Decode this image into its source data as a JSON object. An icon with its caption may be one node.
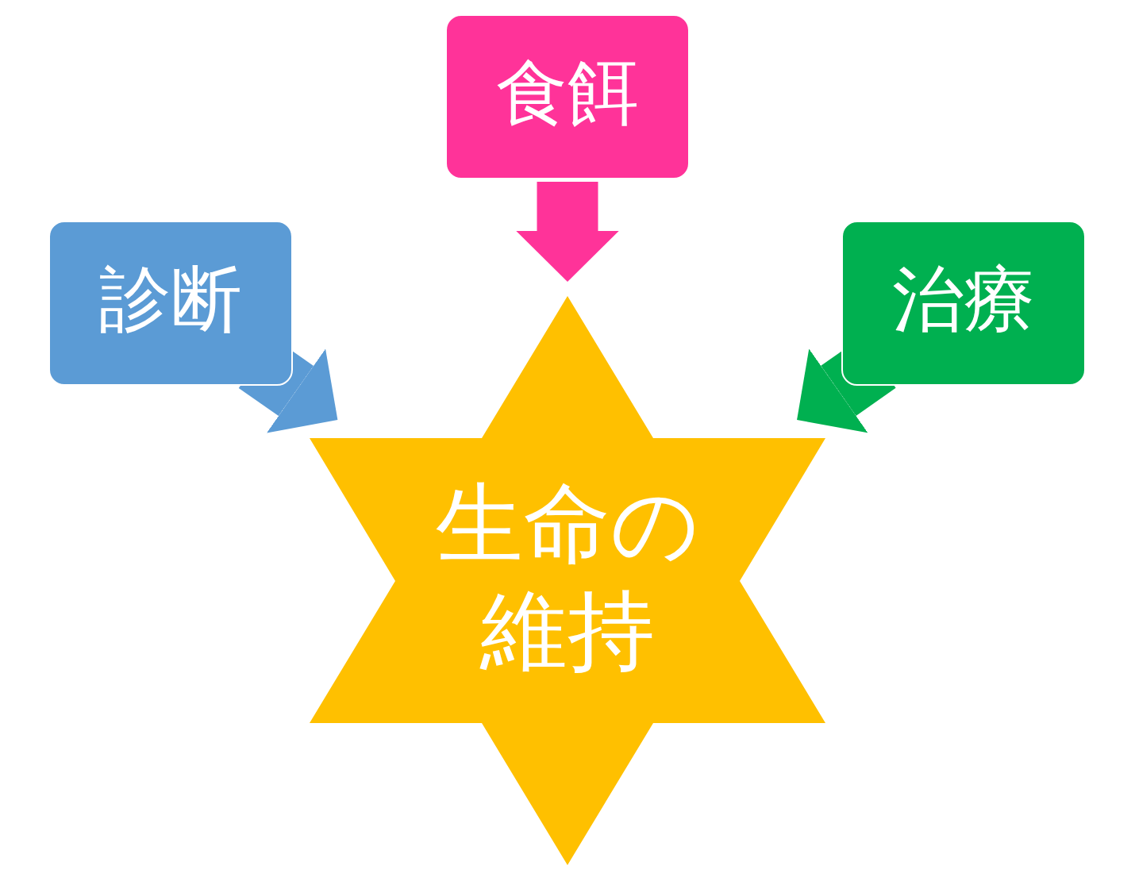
{
  "diagram": {
    "nodes": [
      {
        "text": [
          "食餌"
        ]
      },
      {
        "text": [
          "診断"
        ]
      },
      {
        "text": [
          "治療"
        ]
      },
      {
        "text": [
          "生命の維持"
        ]
      }
    ],
    "edges": [
      {
        "from": 0,
        "to": 3,
        "arrow": "to",
        "color": "#ff3399"
      },
      {
        "from": 1,
        "to": 3,
        "arrow": "to",
        "color": "#5b9bd5"
      },
      {
        "from": 2,
        "to": 3,
        "arrow": "to",
        "color": "#00b050"
      }
    ]
  }
}
